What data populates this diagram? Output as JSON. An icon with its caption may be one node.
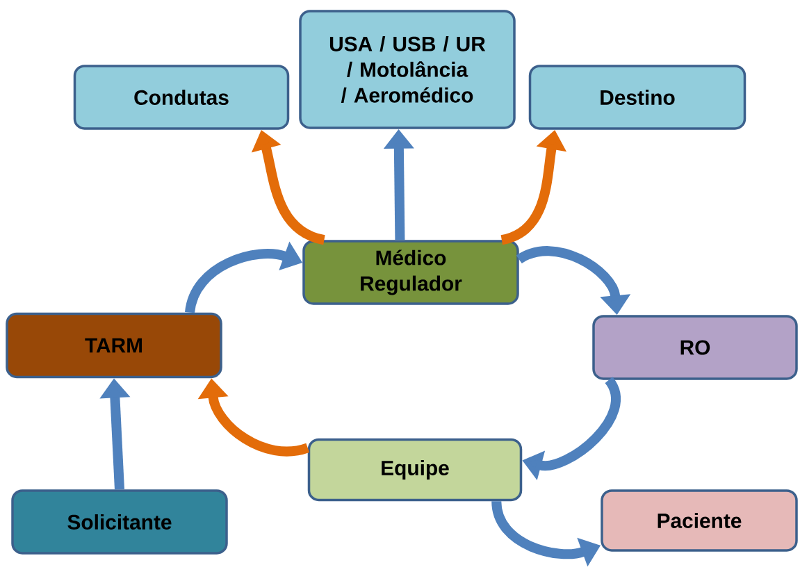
{
  "diagram": {
    "nodes": [
      {
        "text": [
          "Condutas"
        ]
      },
      {
        "text": [
          "USA / USB / UR / Motolância / Aeromédico"
        ]
      },
      {
        "text": [
          "Destino"
        ]
      },
      {
        "text": [
          "Médico Regulador"
        ]
      },
      {
        "text": [
          "TARM"
        ]
      },
      {
        "text": [
          "RO"
        ]
      },
      {
        "text": [
          "Equipe"
        ]
      },
      {
        "text": [
          "Solicitante"
        ]
      },
      {
        "text": [
          "Paciente"
        ]
      }
    ],
    "edges": [
      {
        "from": 7,
        "to": 4,
        "arrow": "to"
      },
      {
        "from": 4,
        "to": 3,
        "arrow": "to"
      },
      {
        "from": 3,
        "to": 5,
        "arrow": "to"
      },
      {
        "from": 5,
        "to": 6,
        "arrow": "to"
      },
      {
        "from": 6,
        "to": 8,
        "arrow": "to"
      },
      {
        "from": 6,
        "to": 4,
        "arrow": "to",
        "color": "#e36c09"
      },
      {
        "from": 3,
        "to": 0,
        "arrow": "to",
        "color": "#e36c09"
      },
      {
        "from": 3,
        "to": 1,
        "arrow": "to"
      },
      {
        "from": 3,
        "to": 2,
        "arrow": "to",
        "color": "#e36c09"
      }
    ]
  }
}
